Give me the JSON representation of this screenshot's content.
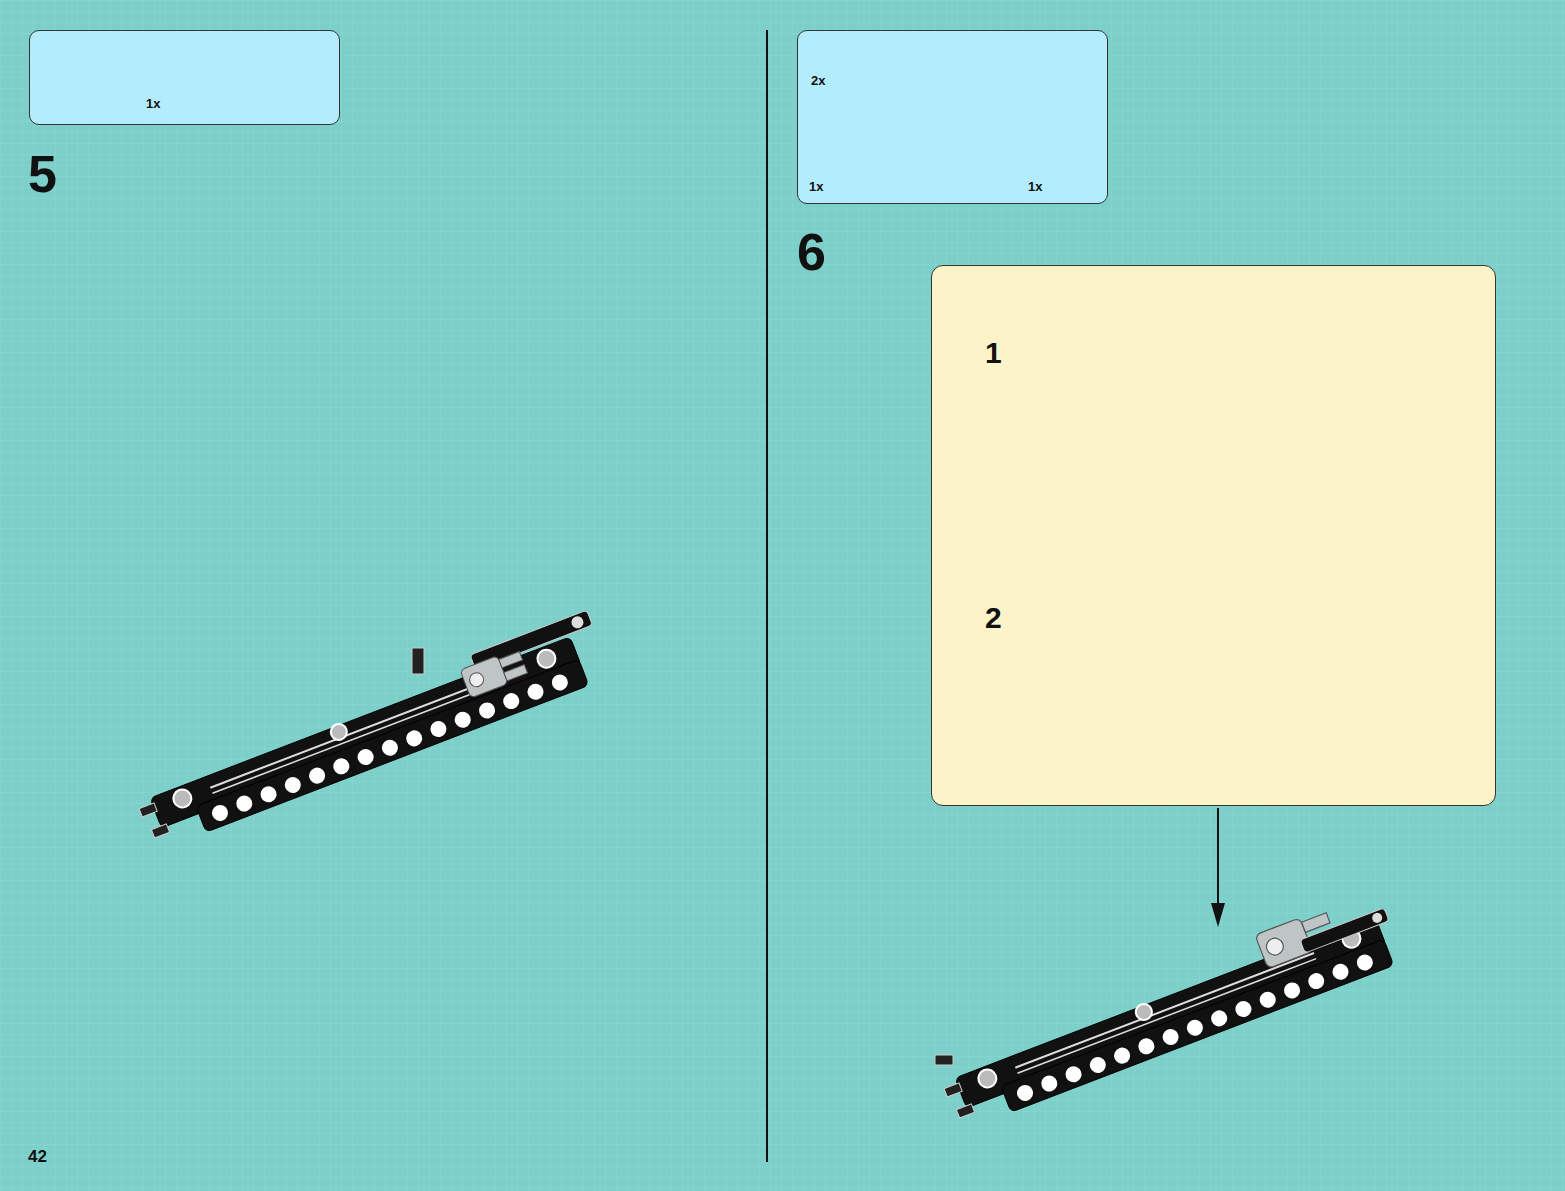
{
  "diagram": {
    "nodes": [
      {
        "text": [
          "1x"
        ]
      },
      {
        "text": [
          "2x",
          "1x",
          "1x"
        ]
      },
      {
        "text": [
          "1",
          "2"
        ]
      }
    ],
    "labels": [
      "5",
      "6",
      "42"
    ]
  }
}
